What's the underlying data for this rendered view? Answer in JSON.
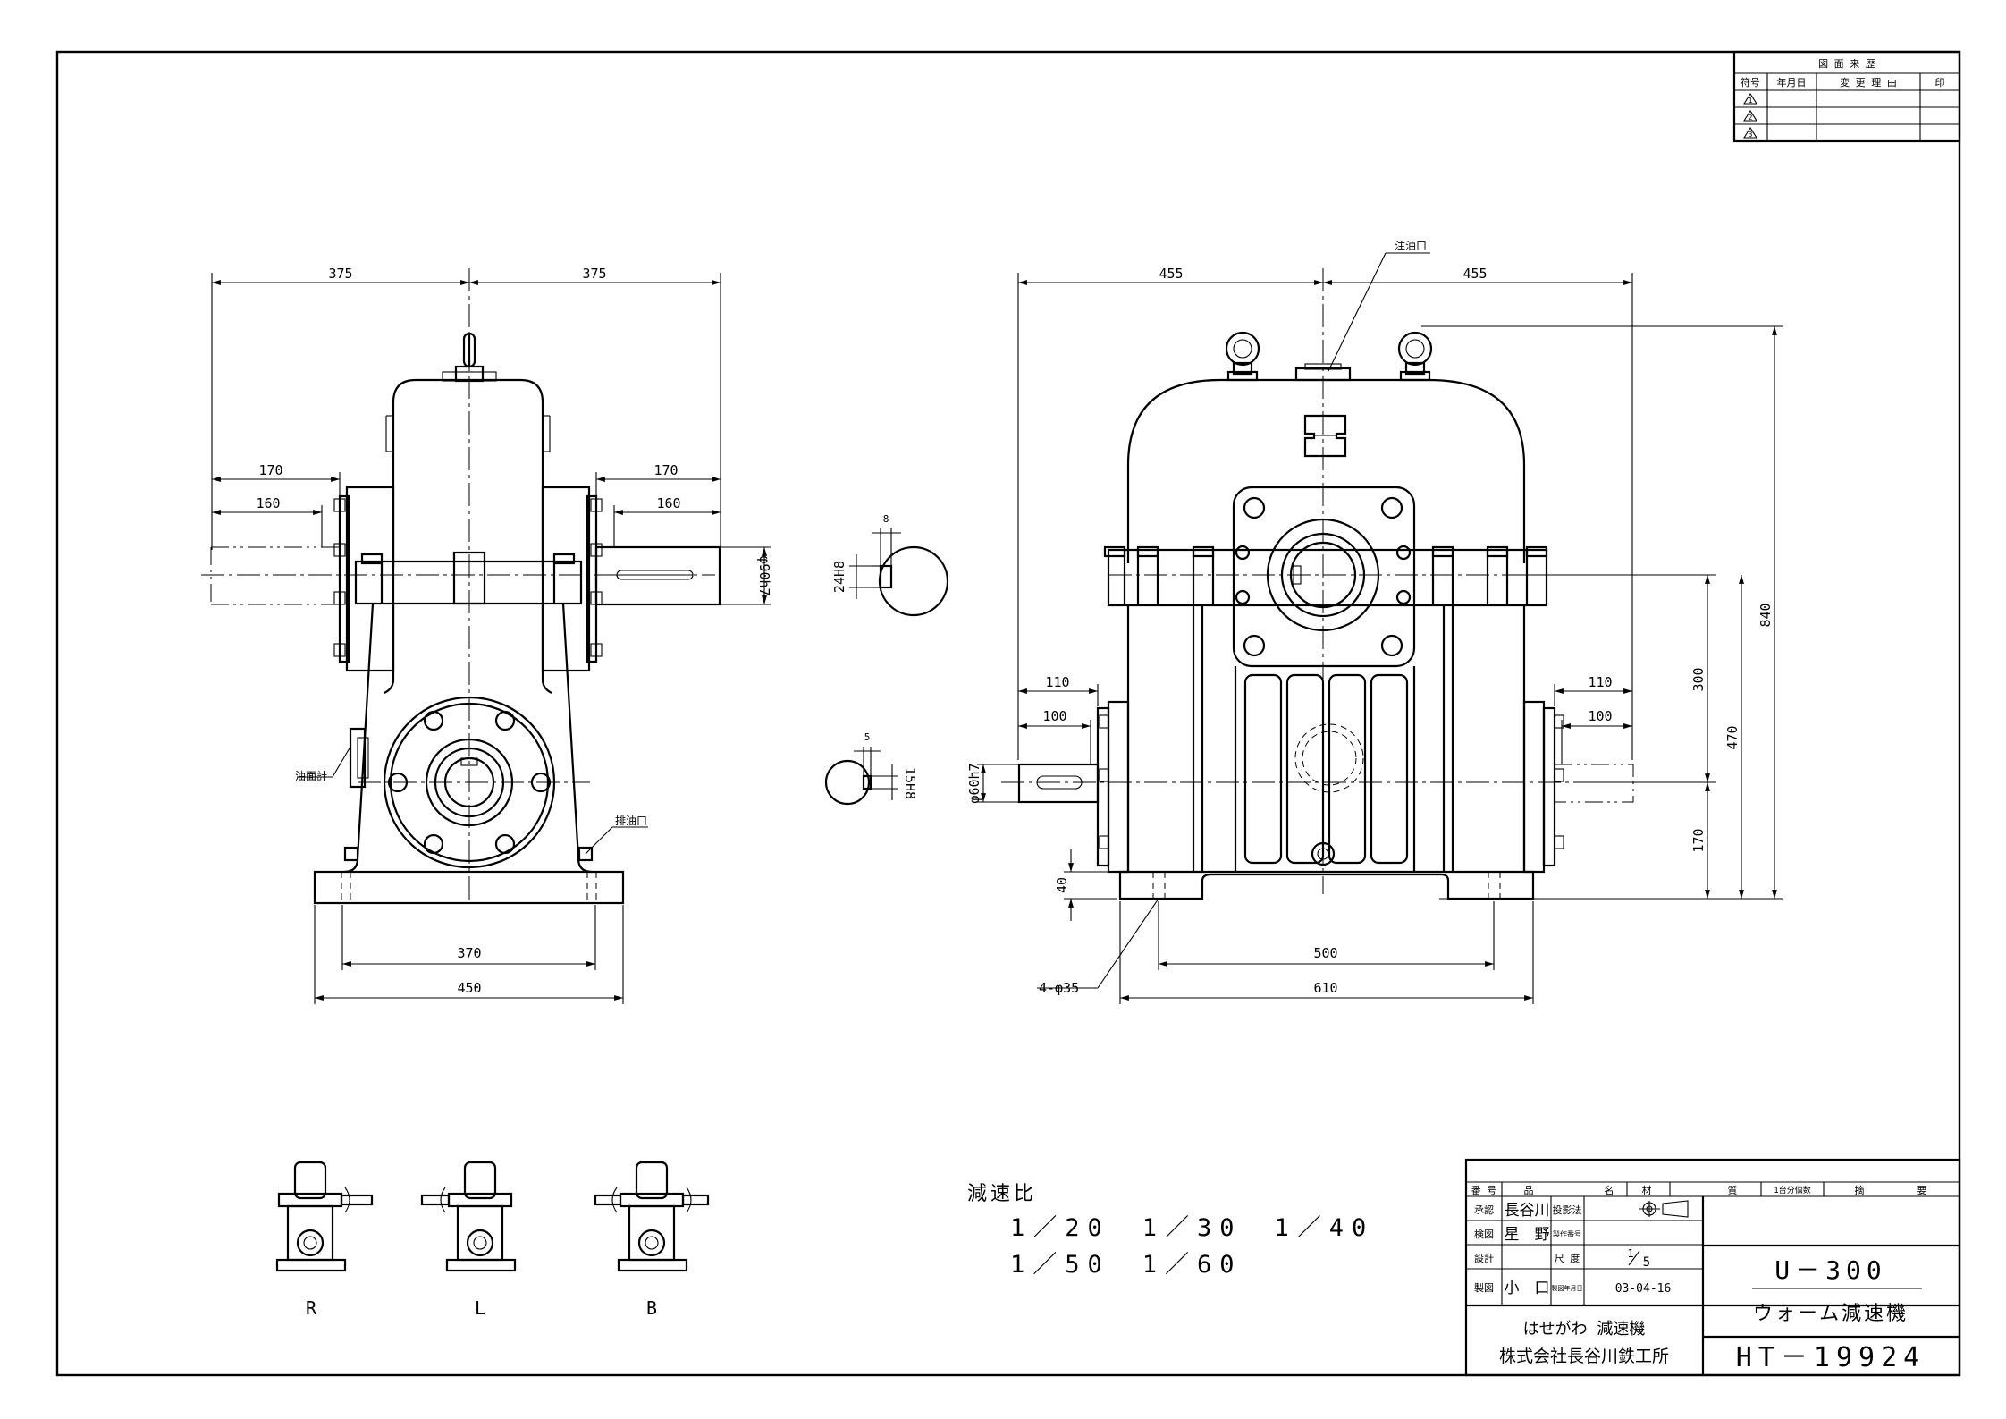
{
  "revision_block": {
    "title": "図 面 来 歴",
    "headers": [
      "符号",
      "年月日",
      "変 更 理 由",
      "印"
    ],
    "marks": [
      "1",
      "2",
      "3"
    ]
  },
  "labels": {
    "oil_inlet": "注油口",
    "oil_gauge": "油面計",
    "oil_drain": "排油口"
  },
  "dimensions": {
    "side_half_width_left": "375",
    "side_half_width_right": "375",
    "side_shaft_ext_left": "170",
    "side_shaft_len_left": "160",
    "side_shaft_ext_right": "170",
    "side_shaft_len_right": "160",
    "side_shaft_dia": "φ90h7",
    "side_base_holes": "370",
    "side_base_width": "450",
    "front_half_left": "455",
    "front_half_right": "455",
    "front_worm_ext_left": "110",
    "front_worm_len_left": "100",
    "front_worm_ext_right": "110",
    "front_worm_len_right": "100",
    "front_worm_dia": "φ60h7",
    "front_base_thk": "40",
    "front_base_holes": "500",
    "front_base_width": "610",
    "front_holes_callout": "4-φ35",
    "front_center_dist": "300",
    "front_shaft_height": "470",
    "front_worm_height": "170",
    "front_total_height": "840",
    "key_large_width": "24H8",
    "key_large_depth": "8",
    "key_small_width": "15H8",
    "key_small_depth": "5"
  },
  "arrangements": [
    "R",
    "L",
    "B"
  ],
  "ratio": {
    "title": "減速比",
    "line1": "1／20　1／30　1／40",
    "line2": "1／50　1／60"
  },
  "title_block": {
    "headers": [
      "番 号",
      "品",
      "名",
      "材",
      "質",
      "1台分個数",
      "摘",
      "要"
    ],
    "rows": [
      {
        "role": "承認",
        "name": "長谷川",
        "key": "投影法",
        "value": ""
      },
      {
        "role": "検図",
        "name": "星　野",
        "key": "製作番号",
        "value": ""
      },
      {
        "role": "設計",
        "name": "",
        "key": "尺 度",
        "value": "1/5"
      },
      {
        "role": "製図",
        "name": "小　口",
        "key": "製図年月日",
        "value": "03-04-16"
      }
    ],
    "scale_num": "1",
    "scale_den": "5",
    "model": "U－300",
    "product": "ウォーム減速機",
    "company_line1": "はせがわ 減速機",
    "company_line2": "株式会社長谷川鉄工所",
    "drawing_no": "HT－19924"
  }
}
